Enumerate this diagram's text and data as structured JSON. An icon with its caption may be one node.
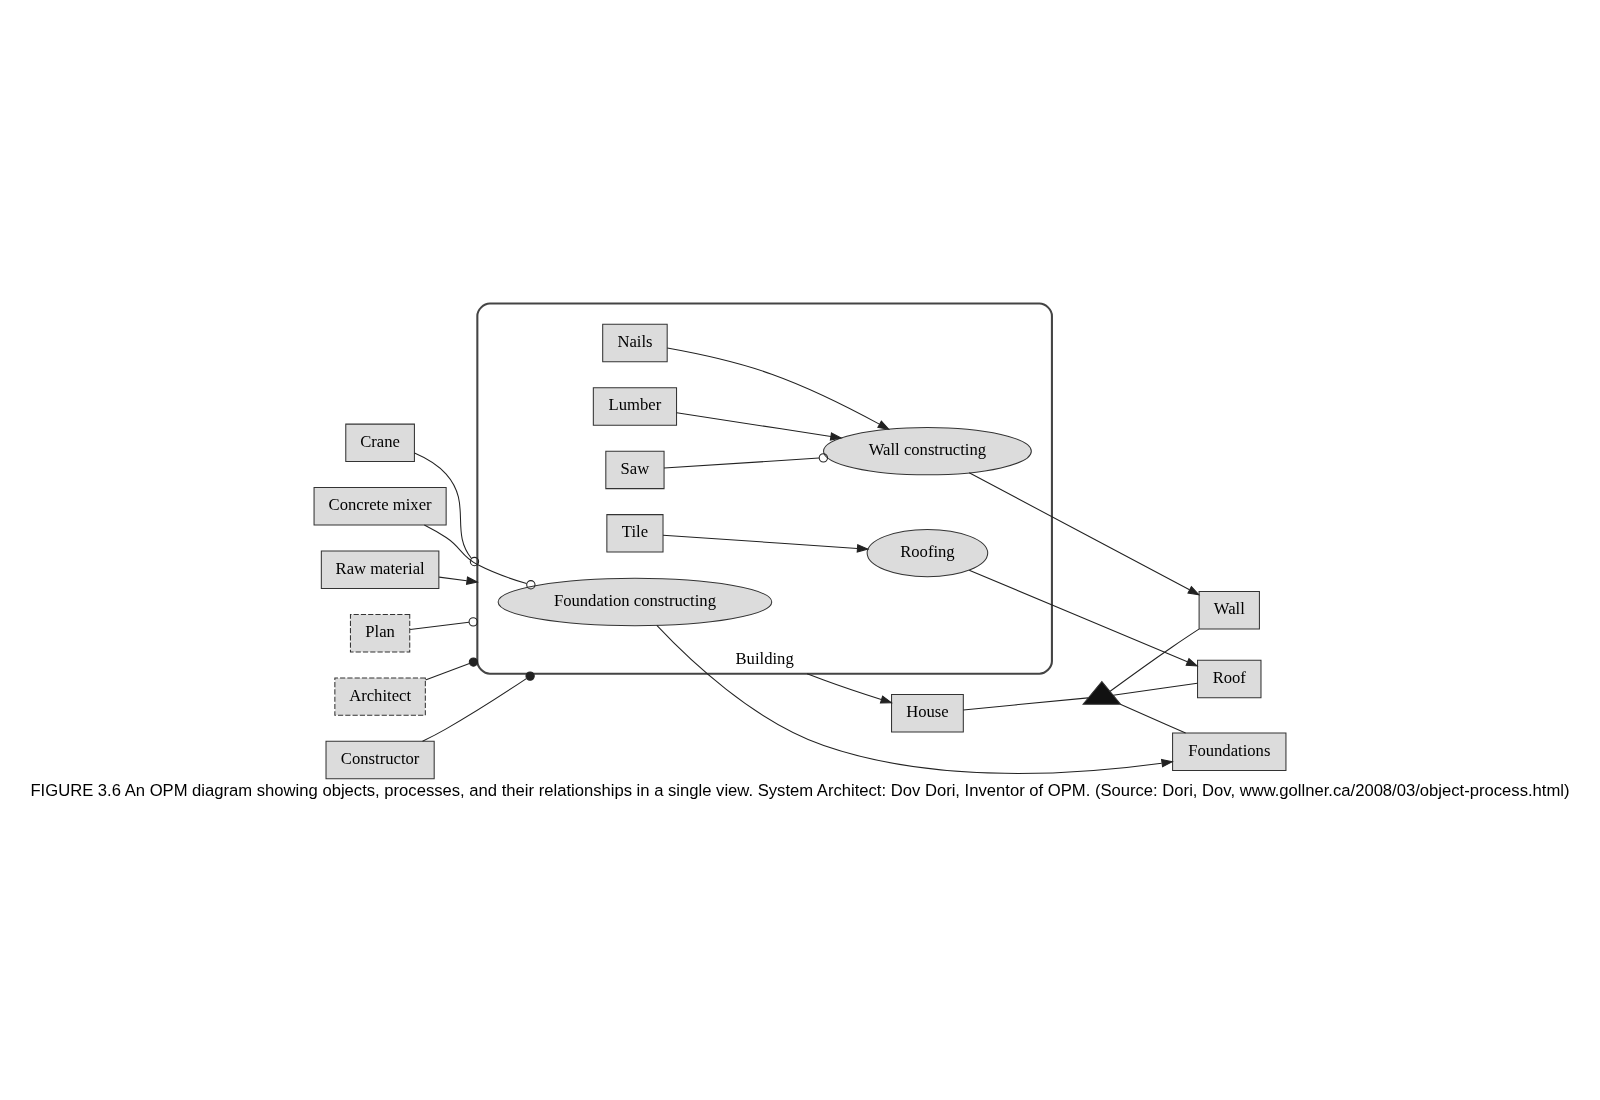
{
  "diagram": {
    "caption": "FIGURE 3.6 An OPM diagram showing objects, processes, and their relationships in a single view. System Architect: Dov Dori, Inventor of OPM. (Source: Dori, Dov, www.gollner.ca/2008/03/object-process.html)",
    "nodes": [
      {
        "text": [
          "Crane"
        ]
      },
      {
        "text": [
          "Concrete mixer"
        ]
      },
      {
        "text": [
          "Raw material"
        ]
      },
      {
        "text": [
          "Plan"
        ]
      },
      {
        "text": [
          "Architect"
        ]
      },
      {
        "text": [
          "Constructor"
        ]
      },
      {
        "text": [
          "Building"
        ]
      },
      {
        "text": [
          "Foundation constructing"
        ],
        "in": 6
      },
      {
        "text": [
          "Saw"
        ],
        "in": 6
      },
      {
        "text": [
          "Nails"
        ],
        "in": 6
      },
      {
        "text": [
          "Wall constructing"
        ],
        "in": 6
      },
      {
        "text": [
          "Lumber"
        ],
        "in": 6
      },
      {
        "text": [
          "Tile"
        ],
        "in": 6
      },
      {
        "text": [
          "Roofing"
        ],
        "in": 6
      },
      {
        "text": [
          "House"
        ]
      },
      {
        "text": [
          "Foundations"
        ]
      },
      {
        "text": [
          "Wall"
        ]
      },
      {
        "text": [
          "Roof"
        ]
      },
      {
        "text": [],
        "shape": "triangle"
      }
    ],
    "edges": [
      {
        "from": 0,
        "to": 6,
        "arrow": "other"
      },
      {
        "from": 1,
        "to": 7,
        "arrow": "other"
      },
      {
        "from": 2,
        "to": 6,
        "arrow": "to"
      },
      {
        "from": 3,
        "to": 6,
        "arrow": "other"
      },
      {
        "from": 4,
        "to": 6,
        "arrow": "other"
      },
      {
        "from": 5,
        "to": 6,
        "arrow": "other"
      },
      {
        "from": 8,
        "to": 10,
        "arrow": "other"
      },
      {
        "from": 9,
        "to": 10,
        "arrow": "to"
      },
      {
        "from": 11,
        "to": 10,
        "arrow": "to"
      },
      {
        "from": 12,
        "to": 13,
        "arrow": "to"
      },
      {
        "from": 6,
        "to": 14,
        "arrow": "to"
      },
      {
        "from": 7,
        "to": 15,
        "arrow": "to"
      },
      {
        "from": 10,
        "to": 16,
        "arrow": "to"
      },
      {
        "from": 13,
        "to": 17,
        "arrow": "to"
      },
      {
        "from": 14,
        "to": 18,
        "arrow": "none"
      },
      {
        "from": 18,
        "to": 15,
        "arrow": "none"
      },
      {
        "from": 18,
        "to": 16,
        "arrow": "none"
      },
      {
        "from": 18,
        "to": 17,
        "arrow": "none"
      }
    ]
  }
}
